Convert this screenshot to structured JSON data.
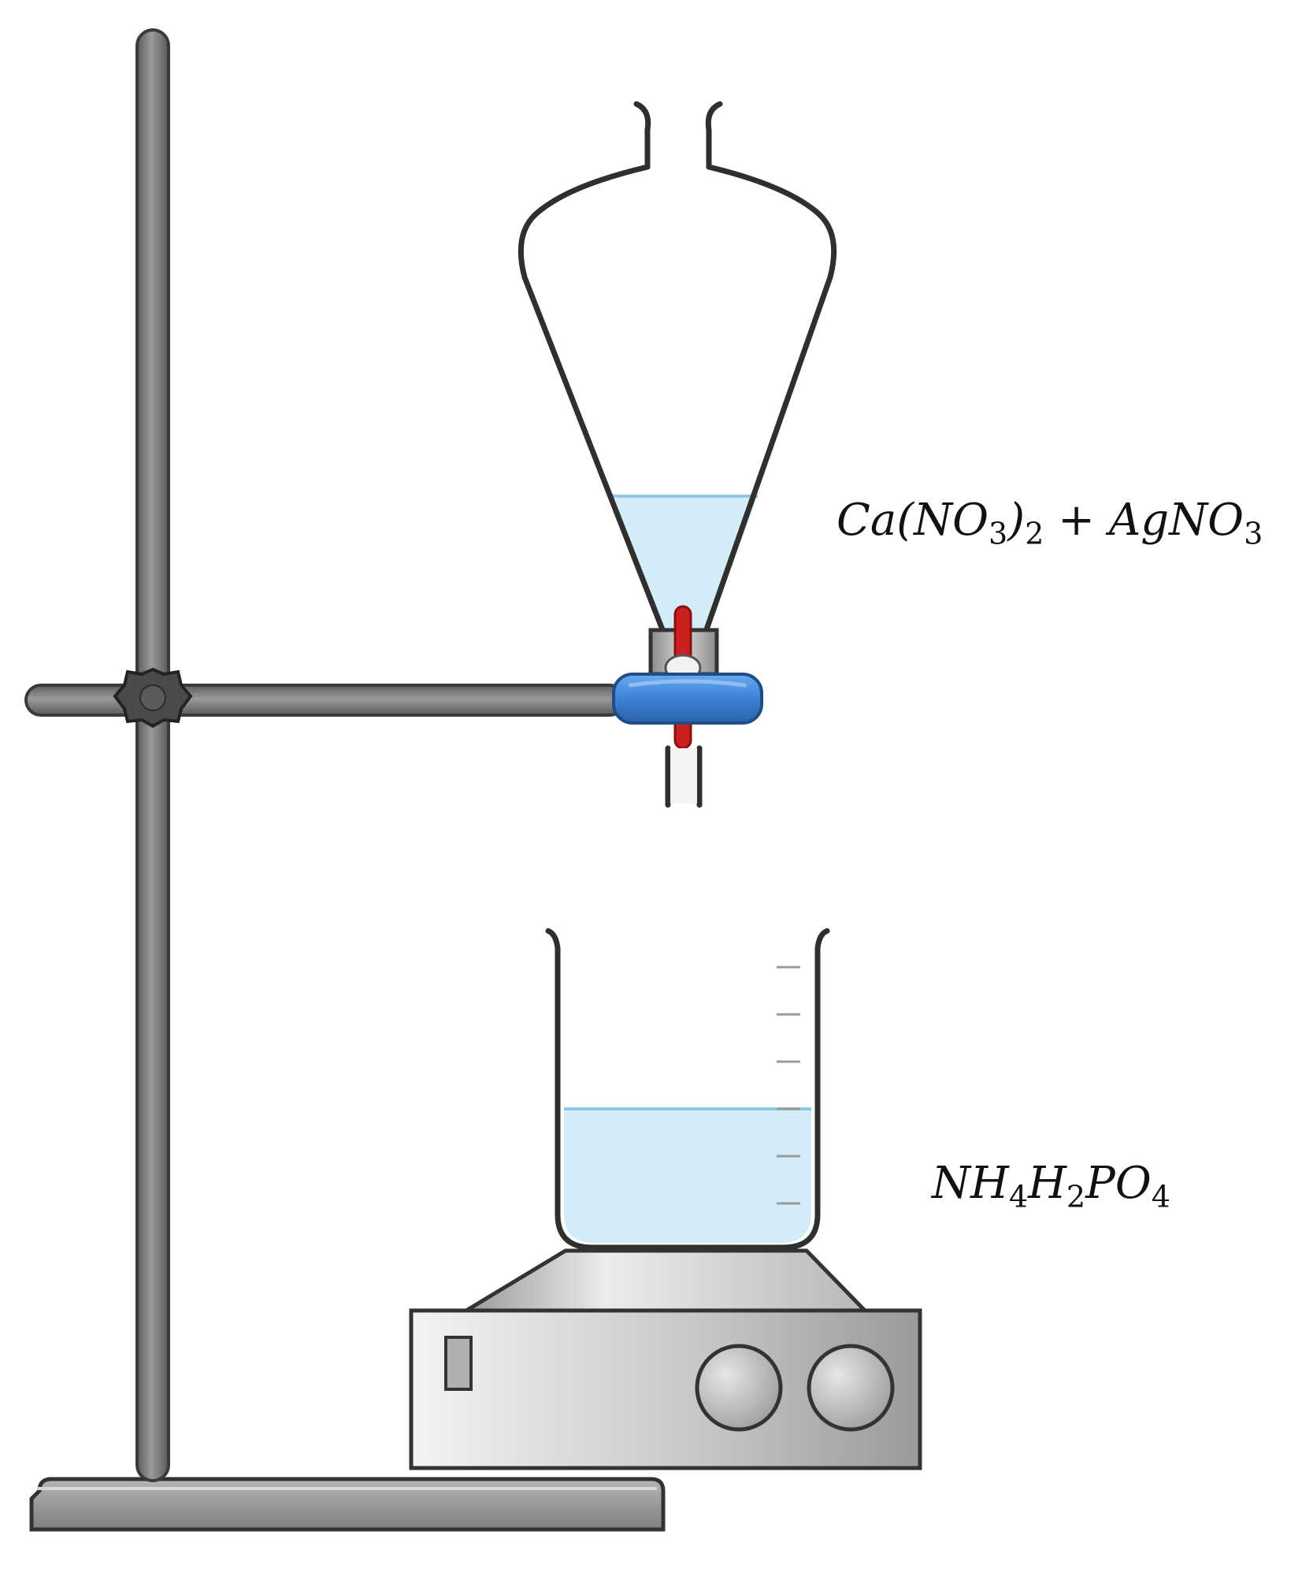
{
  "labels": {
    "funnel_solution": {
      "p1": "Ca(NO",
      "s1": "3",
      "p2": ")",
      "s2": "2",
      "p3": " + AgNO",
      "s3": "3"
    },
    "beaker_solution": {
      "p1": "NH",
      "s1": "4",
      "p2": "H",
      "s2": "2",
      "p3": "PO",
      "s3": "4"
    }
  },
  "colors": {
    "solution": "#d3ecf7",
    "stand_metal": "#7b7b7b",
    "clamp": "#3b83d6",
    "stopcock": "#cc1f1f",
    "outline": "#333333"
  }
}
